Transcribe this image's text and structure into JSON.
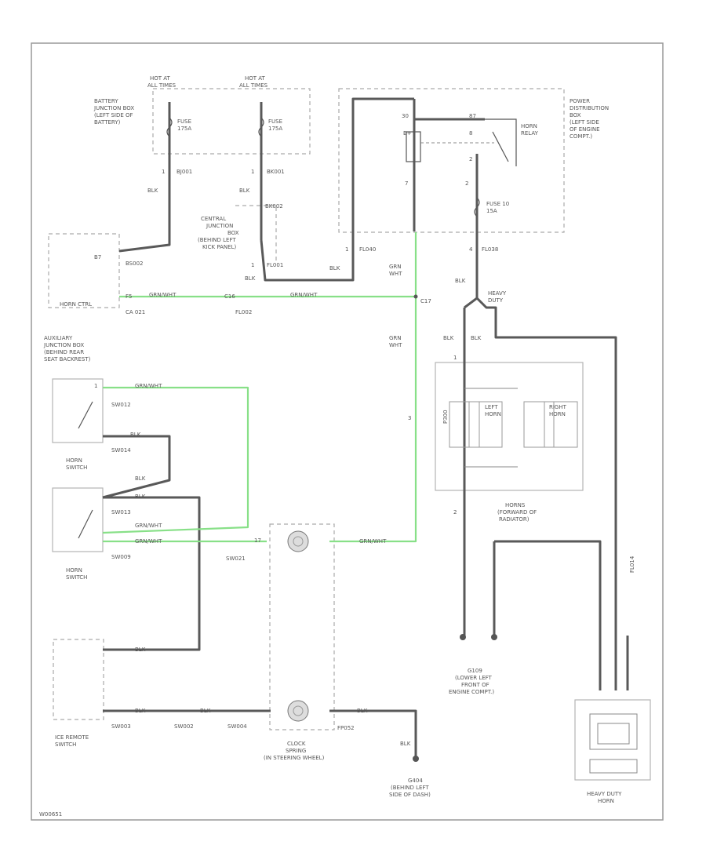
{
  "diagram": {
    "id": "W00651",
    "top": {
      "hot1": [
        "HOT AT",
        "ALL TIMES"
      ],
      "hot2": [
        "HOT AT",
        "ALL TIMES"
      ],
      "battery_box": [
        "BATTERY",
        "JUNCTION BOX",
        "(LEFT SIDE OF",
        "BATTERY)"
      ],
      "pdb": [
        "POWER",
        "DISTRIBUTION",
        "BOX",
        "(LEFT SIDE",
        "OF ENGINE",
        "COMPT.)"
      ],
      "fuse1": [
        "FUSE",
        "175A"
      ],
      "fuse2": [
        "FUSE",
        "175A"
      ],
      "fuse3": [
        "FUSE 10",
        "15A"
      ],
      "horn_relay": [
        "HORN",
        "RELAY"
      ],
      "central_jb": [
        "CENTRAL",
        "JUNCTION",
        "BOX",
        "(BEHIND LEFT",
        "KICK PANEL)"
      ],
      "aux_jb": [
        "AUXILIARY",
        "JUNCTION BOX",
        "(BEHIND REAR",
        "SEAT BACKREST)"
      ],
      "horn_ctrl": "HORN CTRL"
    },
    "connectors": {
      "bj001": "BJ001",
      "bk001": "BK001",
      "bk002": "BK002",
      "bs002": "BS002",
      "fl001": "FL001",
      "fl040": "FL040",
      "fl002": "FL002",
      "fl038": "FL038",
      "ca021": "CA 021",
      "c16": "C16",
      "f5": "F5",
      "b7": "B7",
      "sw012": "SW012",
      "sw014": "SW014",
      "sw013": "SW013",
      "sw009": "SW009",
      "sw021": "SW021",
      "sw003": "SW003",
      "sw002": "SW002",
      "sw004": "SW004",
      "fp052": "FP052",
      "p300": "P300",
      "fl014": "FL014",
      "heavy": [
        "HEAVY",
        "DUTY"
      ]
    },
    "pins": {
      "n1": "1",
      "n2": "1",
      "n3": "1",
      "n4": "7",
      "n5": "2",
      "n6": "1",
      "n7": "4",
      "n8": "3",
      "n9": "2",
      "n10": "1",
      "n11": "2",
      "n12": "30",
      "n13": "87",
      "n14": "B+",
      "n15": "8",
      "n16": "17",
      "n17": "C17",
      "n18": "1"
    },
    "wires": {
      "blk": "BLK",
      "grn_wht": "GRN/WHT",
      "grn_wht_v": [
        "GRN",
        "WHT"
      ]
    },
    "components": {
      "horn_switch1": [
        "HORN",
        "SWITCH"
      ],
      "horn_switch2": [
        "HORN",
        "SWITCH"
      ],
      "ice_remote": [
        "ICE REMOTE",
        "SWITCH"
      ],
      "left_horn": [
        "LEFT",
        "HORN"
      ],
      "right_horn": [
        "RIGHT",
        "HORN"
      ],
      "horns": [
        "HORNS",
        "(FORWARD OF",
        "RADIATOR)"
      ],
      "heavy_duty_horn": [
        "HEAVY DUTY",
        "HORN"
      ],
      "clock_spring": [
        "CLOCK",
        "SPRING",
        "(IN STEERING WHEEL)"
      ]
    },
    "grounds": {
      "g1": [
        "G109",
        "(LOWER LEFT",
        "FRONT OF",
        "ENGINE COMPT.)"
      ],
      "g2": [
        "G404",
        "(BEHIND LEFT",
        "SIDE OF DASH)"
      ]
    }
  }
}
